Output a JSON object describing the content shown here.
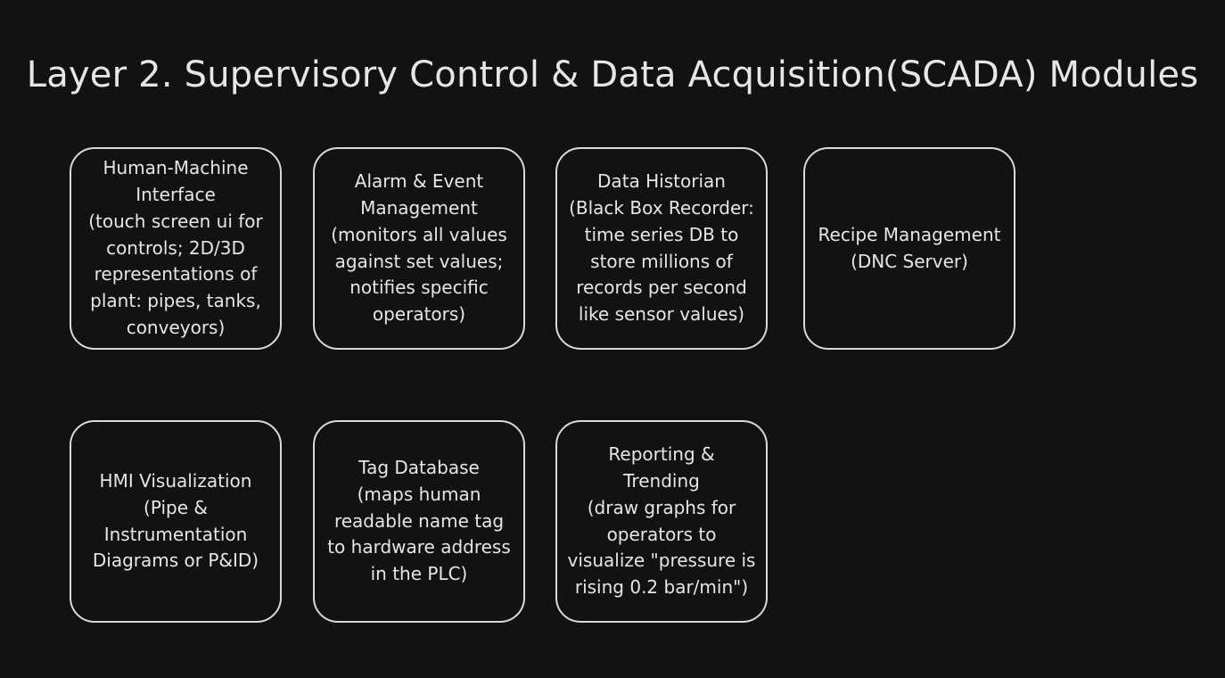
{
  "title": "Layer 2. Supervisory Control & Data Acquisition(SCADA) Modules",
  "modules": [
    {
      "text": "Human-Machine\nInterface\n(touch screen ui for\ncontrols; 2D/3D\nrepresentations of\nplant: pipes, tanks,\nconveyors)"
    },
    {
      "text": "Alarm & Event\nManagement\n(monitors all values\nagainst set values;\nnotifies specific\noperators)"
    },
    {
      "text": "Data Historian\n(Black Box Recorder:\ntime series DB to\nstore millions of\nrecords per second\nlike sensor values)"
    },
    {
      "text": "Recipe Management\n(DNC Server)"
    },
    {
      "text": "HMI Visualization\n(Pipe &\nInstrumentation\nDiagrams or P&ID)"
    },
    {
      "text": "Tag Database\n(maps human\nreadable name tag\nto hardware address\nin the PLC)"
    },
    {
      "text": "Reporting &\nTrending\n(draw graphs for\noperators to\nvisualize \"pressure is\nrising 0.2 bar/min\")"
    }
  ]
}
